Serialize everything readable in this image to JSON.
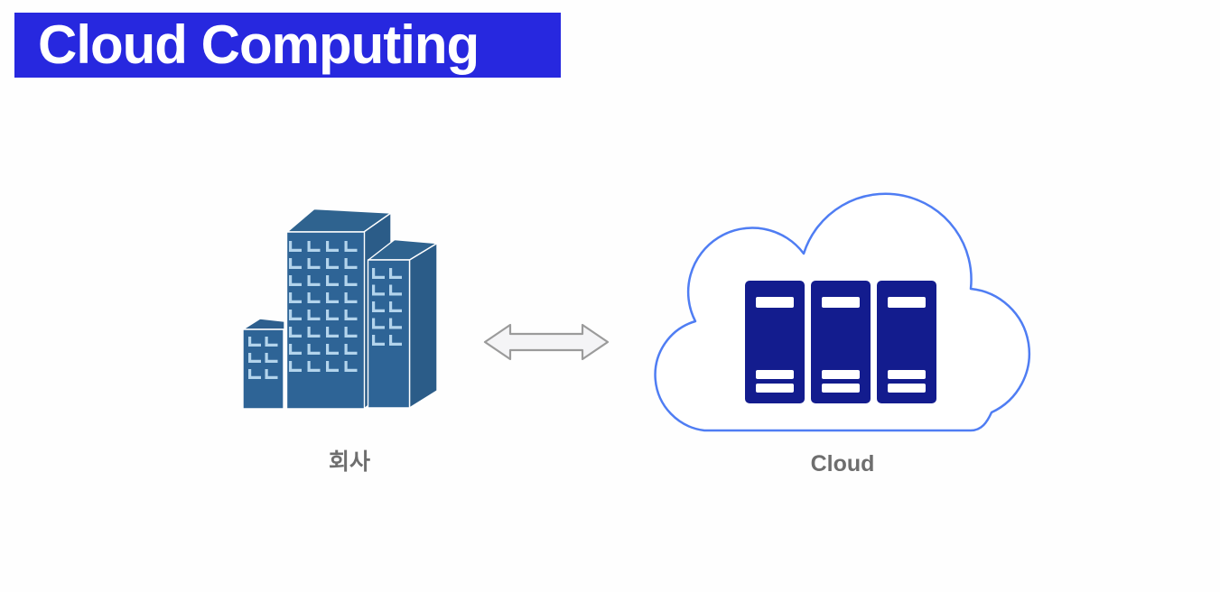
{
  "slide": {
    "title": "Cloud Computing",
    "title_bar_color": "#2728df",
    "title_text_color": "#ffffff",
    "background_color": "#fefefe"
  },
  "diagram": {
    "company": {
      "label": "회사"
    },
    "cloud": {
      "label": "Cloud",
      "server_count": 3
    },
    "arrow": {
      "type": "double-headed-horizontal"
    },
    "colors": {
      "building_front": "#2e6496",
      "building_side": "#2b5c88",
      "building_roof": "#2f638f",
      "window": "#b3d4ec",
      "server": "#131c8e",
      "server_slot": "#ffffff",
      "cloud_outline": "#4f7df3",
      "cloud_fill": "#ffffff",
      "arrow_outline": "#9b9b9b",
      "arrow_fill": "#f4f4f6",
      "caption_color": "#6e6e6e"
    }
  }
}
